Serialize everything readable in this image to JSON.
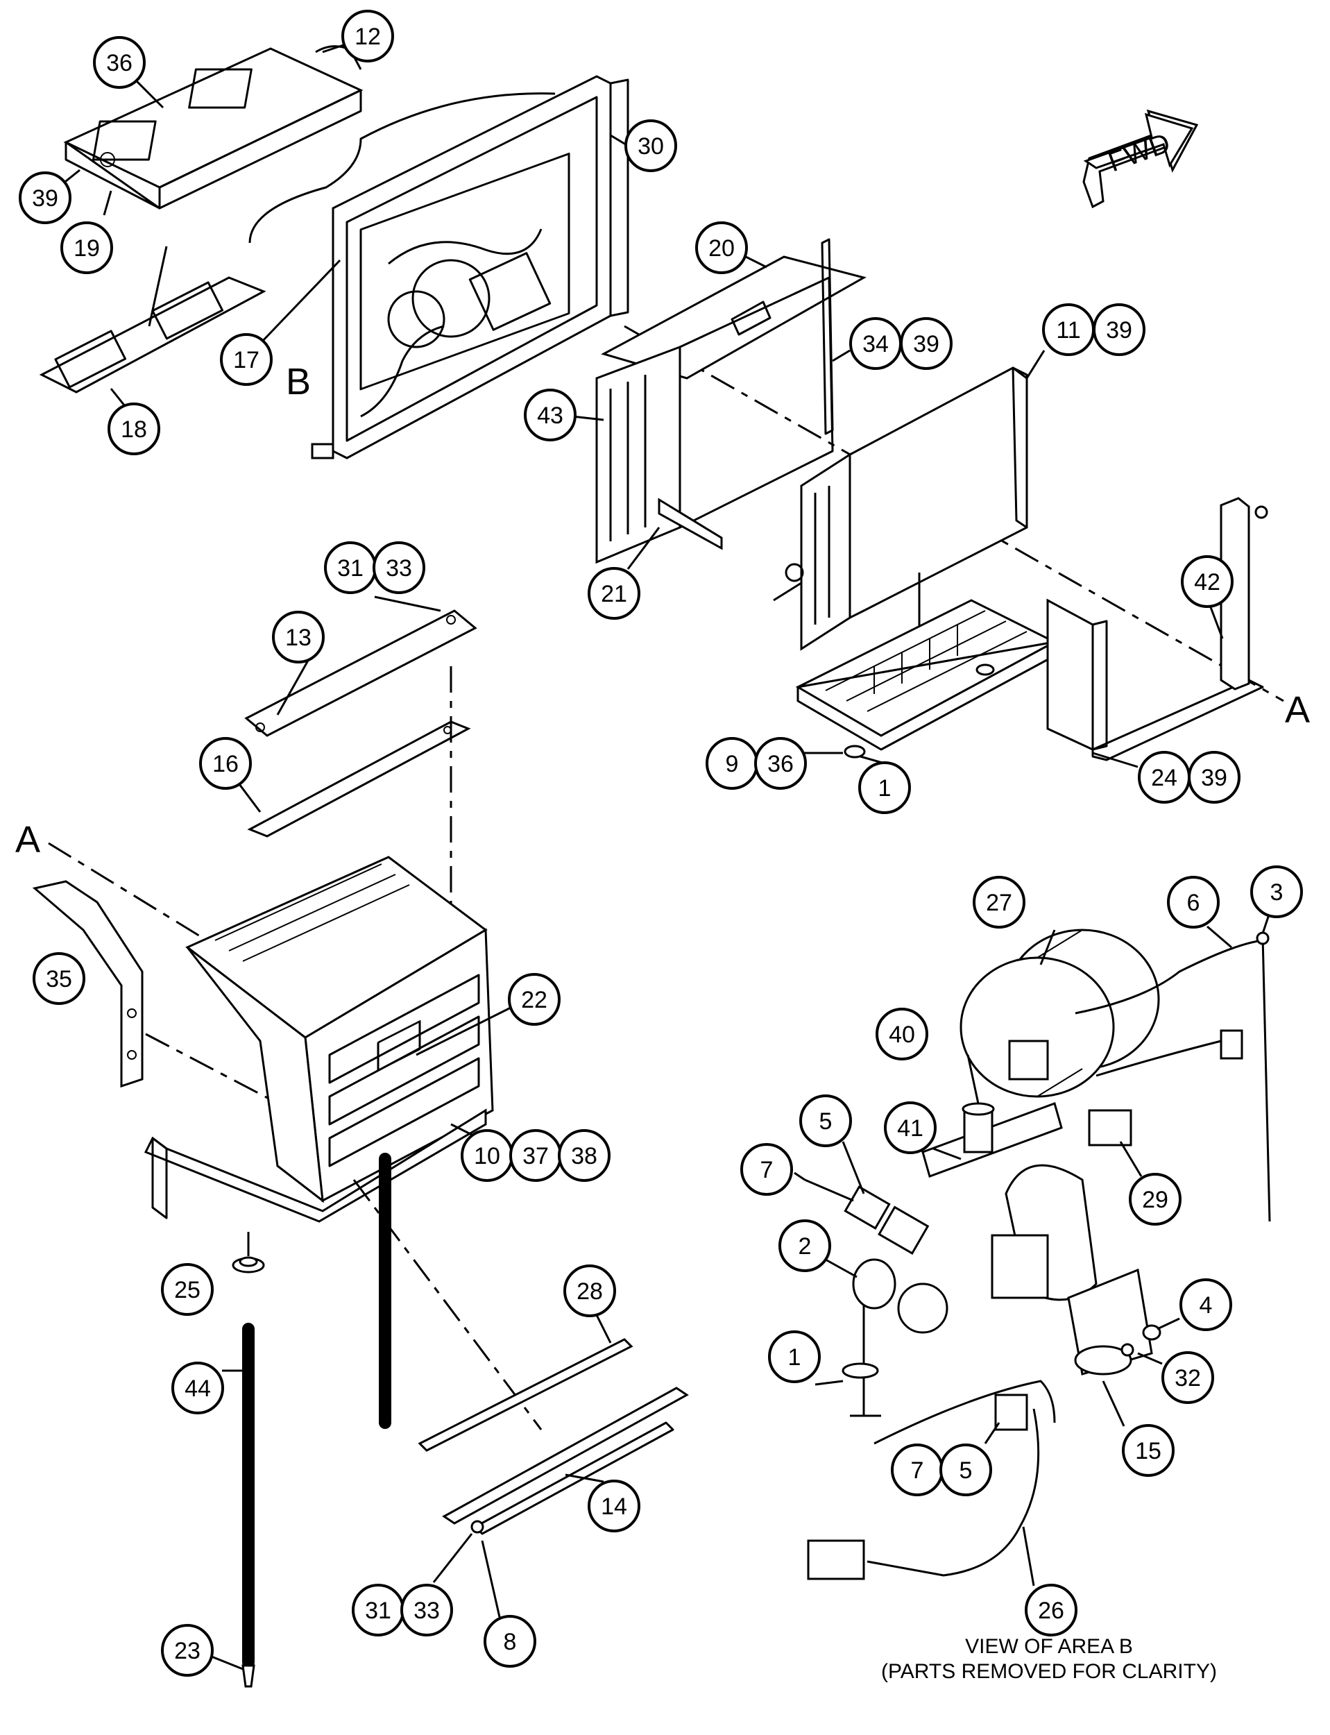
{
  "direction_label": "FWD",
  "view_labels": {
    "area_a_left": "A",
    "area_a_right": "A",
    "area_b": "B"
  },
  "caption": {
    "line1": "VIEW OF AREA B",
    "line2": "(PARTS REMOVED FOR CLARITY)"
  },
  "balloons": [
    {
      "id": "b12",
      "label": "12"
    },
    {
      "id": "b36-top",
      "label": "36"
    },
    {
      "id": "b30",
      "label": "30"
    },
    {
      "id": "b39-top",
      "label": "39"
    },
    {
      "id": "b19",
      "label": "19"
    },
    {
      "id": "b17",
      "label": "17"
    },
    {
      "id": "b18",
      "label": "18"
    },
    {
      "id": "b20",
      "label": "20"
    },
    {
      "id": "b34",
      "label": "34"
    },
    {
      "id": "b39-34",
      "label": "39"
    },
    {
      "id": "b11",
      "label": "11"
    },
    {
      "id": "b39-11",
      "label": "39"
    },
    {
      "id": "b43",
      "label": "43"
    },
    {
      "id": "b21",
      "label": "21"
    },
    {
      "id": "b42",
      "label": "42"
    },
    {
      "id": "b31-top",
      "label": "31"
    },
    {
      "id": "b33-top",
      "label": "33"
    },
    {
      "id": "b13",
      "label": "13"
    },
    {
      "id": "b9",
      "label": "9"
    },
    {
      "id": "b36-mid",
      "label": "36"
    },
    {
      "id": "b1-mid",
      "label": "1"
    },
    {
      "id": "b24",
      "label": "24"
    },
    {
      "id": "b39-24",
      "label": "39"
    },
    {
      "id": "b16",
      "label": "16"
    },
    {
      "id": "b27",
      "label": "27"
    },
    {
      "id": "b6",
      "label": "6"
    },
    {
      "id": "b3",
      "label": "3"
    },
    {
      "id": "b35",
      "label": "35"
    },
    {
      "id": "b22",
      "label": "22"
    },
    {
      "id": "b40",
      "label": "40"
    },
    {
      "id": "b5-top",
      "label": "5"
    },
    {
      "id": "b41",
      "label": "41"
    },
    {
      "id": "b10",
      "label": "10"
    },
    {
      "id": "b37",
      "label": "37"
    },
    {
      "id": "b38",
      "label": "38"
    },
    {
      "id": "b7-top",
      "label": "7"
    },
    {
      "id": "b29",
      "label": "29"
    },
    {
      "id": "b2",
      "label": "2"
    },
    {
      "id": "b25",
      "label": "25"
    },
    {
      "id": "b4",
      "label": "4"
    },
    {
      "id": "b32",
      "label": "32"
    },
    {
      "id": "b1-bot",
      "label": "1"
    },
    {
      "id": "b44",
      "label": "44"
    },
    {
      "id": "b28",
      "label": "28"
    },
    {
      "id": "b15",
      "label": "15"
    },
    {
      "id": "b7-bot",
      "label": "7"
    },
    {
      "id": "b5-bot",
      "label": "5"
    },
    {
      "id": "b14",
      "label": "14"
    },
    {
      "id": "b26",
      "label": "26"
    },
    {
      "id": "b31-bot",
      "label": "31"
    },
    {
      "id": "b33-bot",
      "label": "33"
    },
    {
      "id": "b8",
      "label": "8"
    },
    {
      "id": "b23",
      "label": "23"
    }
  ]
}
